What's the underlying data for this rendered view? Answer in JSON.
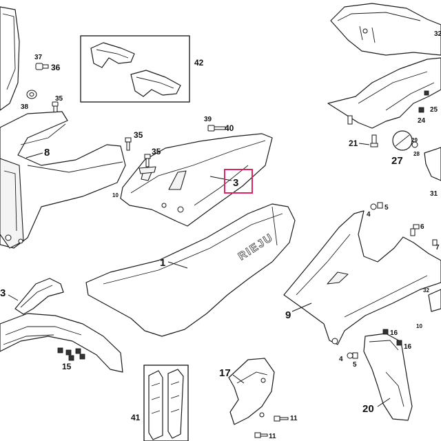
{
  "diagram": {
    "brand_mark": "RIEJU",
    "highlighted_part": "3",
    "highlight_color": "#e0245e",
    "labels": {
      "p1": "1",
      "p3": "3",
      "p3b": "3",
      "p4a": "4",
      "p4b": "4",
      "p5a": "5",
      "p5b": "5",
      "p6": "6",
      "p7": "7",
      "p8": "8",
      "p9": "9",
      "p10a": "10",
      "p10b": "10",
      "p11a": "11",
      "p11b": "11",
      "p15": "15",
      "p16a": "16",
      "p16b": "16",
      "p17": "17",
      "p20": "20",
      "p21": "21",
      "p24": "24",
      "p25": "25",
      "p27": "27",
      "p28": "28",
      "p29": "29",
      "p31": "31",
      "p32": "32",
      "p32b": "32",
      "p35a": "35",
      "p35b": "35",
      "p35c": "35",
      "p36": "36",
      "p37": "37",
      "p38": "38",
      "p39": "39",
      "p40": "40",
      "p41": "41",
      "p42": "42"
    }
  }
}
